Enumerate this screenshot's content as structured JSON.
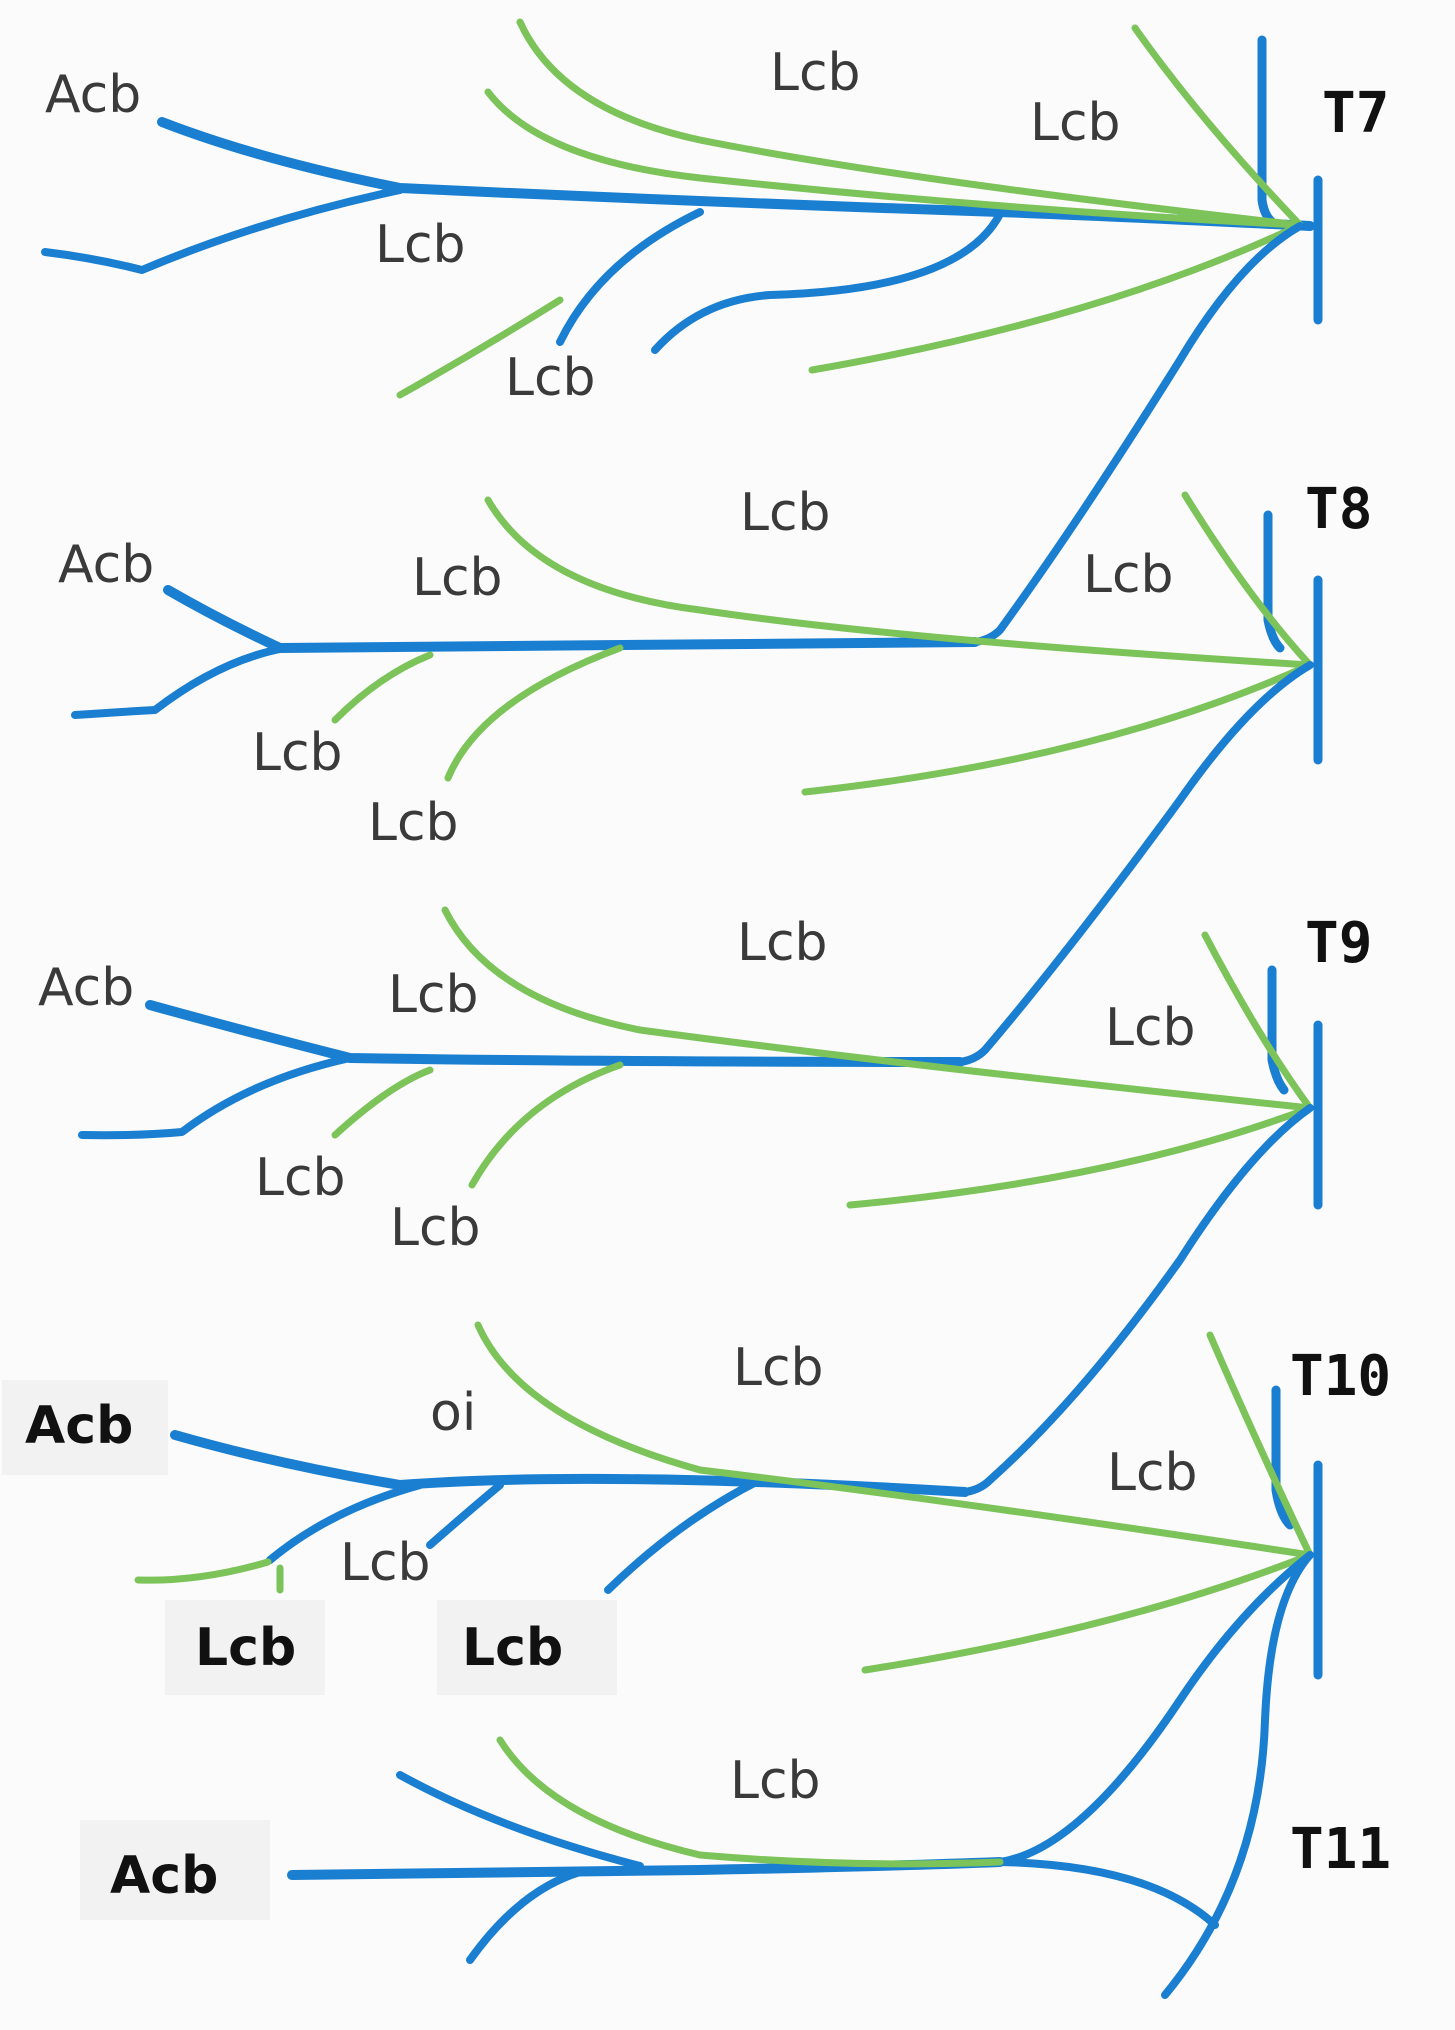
{
  "colors": {
    "blue": "#1a7fd0",
    "green": "#7cc35a"
  },
  "segments": [
    "T7",
    "T8",
    "T9",
    "T10",
    "T11"
  ],
  "labels": {
    "t7_acb": "Acb",
    "t7_lcb_1": "Lcb",
    "t7_lcb_2": "Lcb",
    "t7_lcb_3": "Lcb",
    "t7_lcb_4": "Lcb",
    "t8_acb": "Acb",
    "t8_lcb_1": "Lcb",
    "t8_lcb_2": "Lcb",
    "t8_lcb_3": "Lcb",
    "t8_lcb_4": "Lcb",
    "t8_lcb_5": "Lcb",
    "t9_acb": "Acb",
    "t9_lcb_1": "Lcb",
    "t9_lcb_2": "Lcb",
    "t9_lcb_3": "Lcb",
    "t9_lcb_4": "Lcb",
    "t9_lcb_5": "Lcb",
    "t10_acb": "Acb",
    "t10_oi": "oi",
    "t10_lcb_1": "Lcb",
    "t10_lcb_2": "Lcb",
    "t10_lcb_3": "Lcb",
    "t10_lcb_4": "Lcb",
    "t10_lcb_5": "Lcb",
    "t11_acb": "Acb",
    "t11_lcb_1": "Lcb"
  }
}
